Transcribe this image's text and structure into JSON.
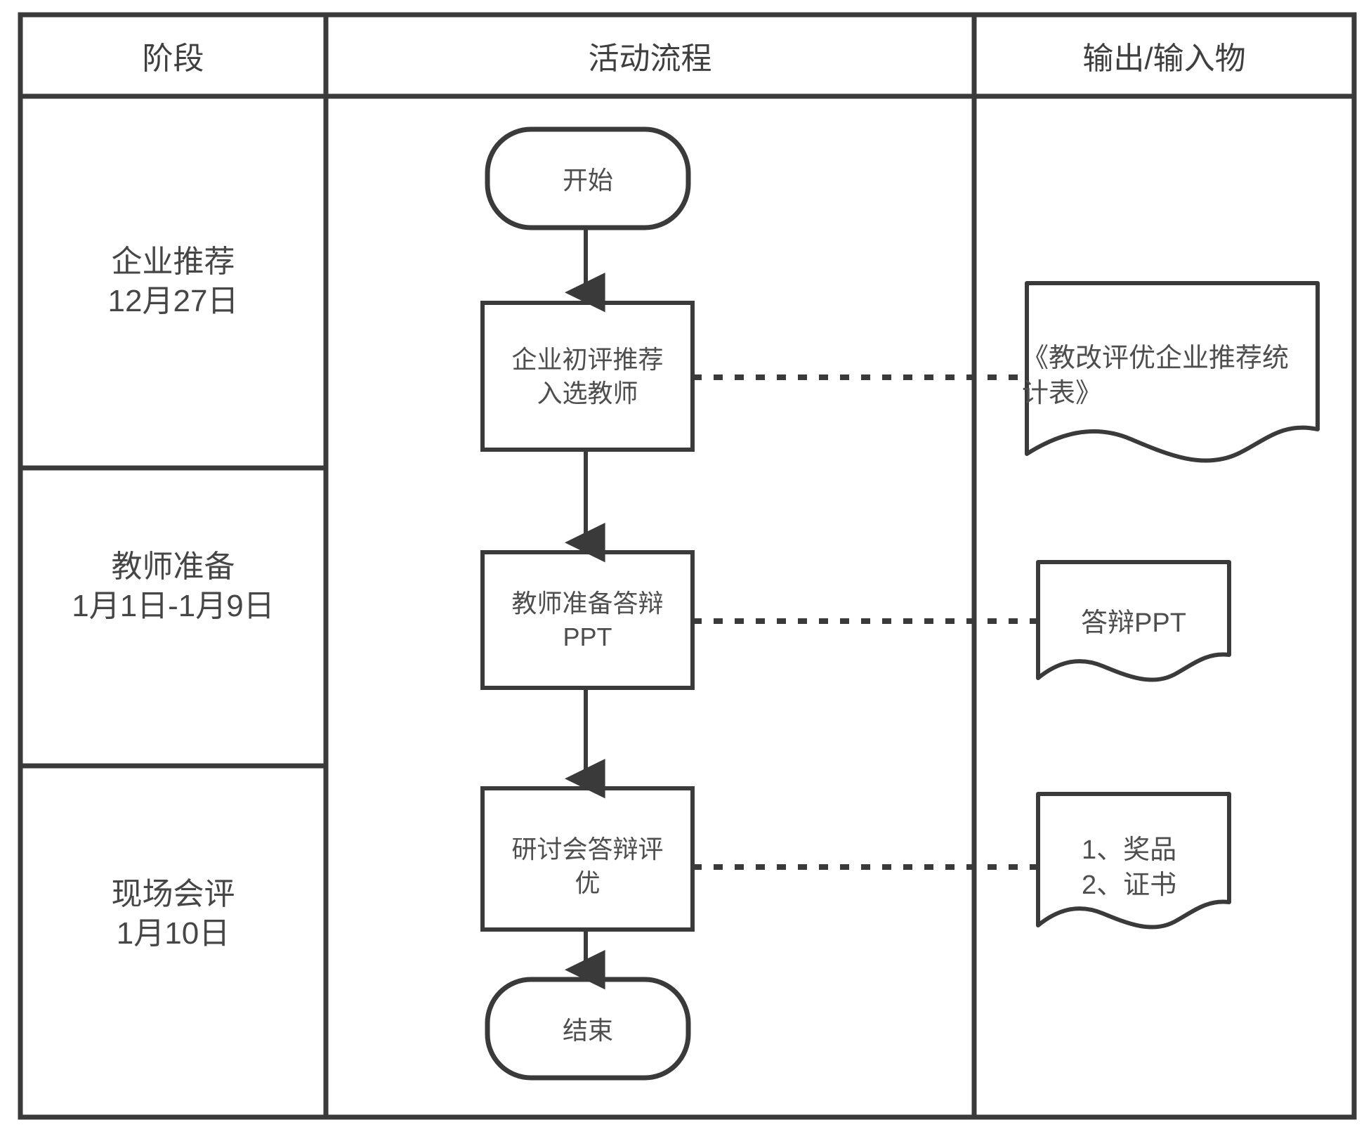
{
  "diagram": {
    "title_columns": {
      "stage": "阶段",
      "activity": "活动流程",
      "output": "输出/输入物"
    },
    "colors": {
      "stroke": "#3a3a3a",
      "text": "#4a4a4a",
      "background": "#ffffff"
    },
    "stages": [
      {
        "name": "企业推荐",
        "date": "12月27日"
      },
      {
        "name": "教师准备",
        "date": "1月1日-1月9日"
      },
      {
        "name": "现场会评",
        "date": "1月10日"
      }
    ],
    "nodes": [
      {
        "id": "start",
        "type": "terminator",
        "label": "开始"
      },
      {
        "id": "p1",
        "type": "process",
        "label": "企业初评推荐\n入选教师"
      },
      {
        "id": "p2",
        "type": "process",
        "label": "教师准备答辩\nPPT"
      },
      {
        "id": "p3",
        "type": "process",
        "label": "研讨会答辩评\n优"
      },
      {
        "id": "end",
        "type": "terminator",
        "label": "结束"
      }
    ],
    "documents": [
      {
        "id": "d1",
        "label": "《教改评优企业推荐统\n计表》",
        "align": "left"
      },
      {
        "id": "d2",
        "label": "答辩PPT",
        "align": "center"
      },
      {
        "id": "d3",
        "label": "1、奖品\n2、证书",
        "align": "left"
      }
    ],
    "connectors": [
      {
        "from": "start",
        "to": "p1",
        "style": "solid-arrow"
      },
      {
        "from": "p1",
        "to": "p2",
        "style": "solid-arrow"
      },
      {
        "from": "p2",
        "to": "p3",
        "style": "solid-arrow"
      },
      {
        "from": "p3",
        "to": "end",
        "style": "solid-arrow"
      },
      {
        "from": "p1",
        "to": "d1",
        "style": "dashed"
      },
      {
        "from": "p2",
        "to": "d2",
        "style": "dashed"
      },
      {
        "from": "p3",
        "to": "d3",
        "style": "dashed"
      }
    ]
  }
}
